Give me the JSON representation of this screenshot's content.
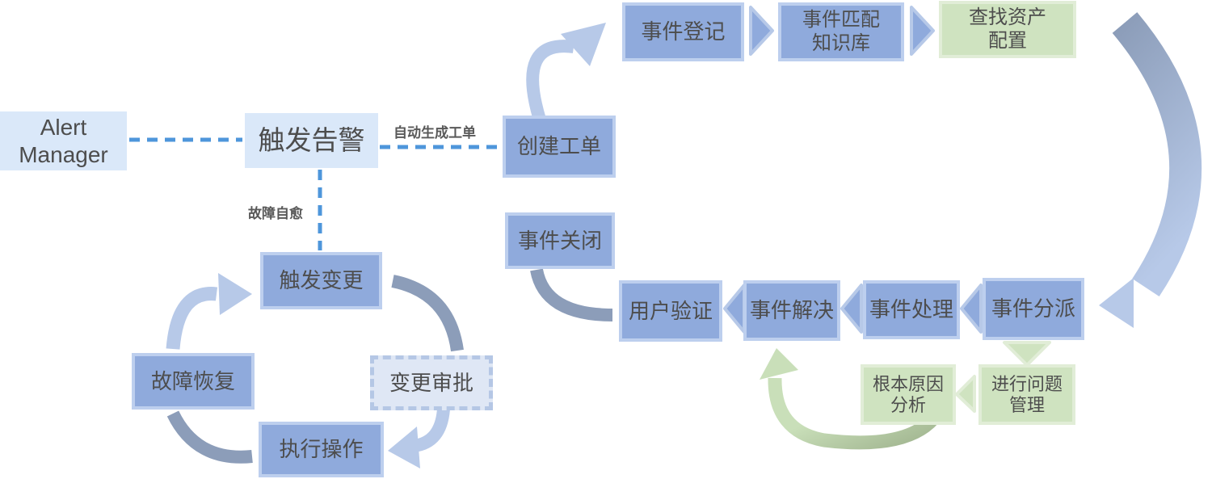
{
  "nodes": {
    "alert_manager": "Alert Manager",
    "trigger_alert": "触发告警",
    "create_ticket": "创建工单",
    "incident_close": "事件关闭",
    "incident_register": "事件登记",
    "incident_match_kb": "事件匹配\n知识库",
    "find_asset_config": "查找资产\n配置",
    "incident_dispatch": "事件分派",
    "incident_handle": "事件处理",
    "incident_resolve": "事件解决",
    "user_verify": "用户验证",
    "root_cause_analysis": "根本原因\n分析",
    "problem_management": "进行问题\n管理",
    "trigger_change": "触发变更",
    "change_approval": "变更审批",
    "execute_operation": "执行操作",
    "fault_recovery": "故障恢复"
  },
  "edge_labels": {
    "auto_generate_ticket": "自动生成工单",
    "fault_self_healing": "故障自愈"
  },
  "colors": {
    "light_blue_fill": "#dae8f9",
    "node_blue_fill": "#8faadc",
    "node_blue_border": "#bdcfee",
    "green_fill": "#cfe3c0",
    "green_border": "#e1edd7",
    "dashed_box_fill": "#dfe7f5",
    "dashed_line_blue": "#4e96db",
    "arrow_light_blue": "#b7c9e8",
    "arrow_gray_blue": "#8c9db9",
    "arrow_green": "#c9dfb9",
    "arrow_green_dark": "#9fb38e",
    "text_gray": "#4d4d4d"
  }
}
